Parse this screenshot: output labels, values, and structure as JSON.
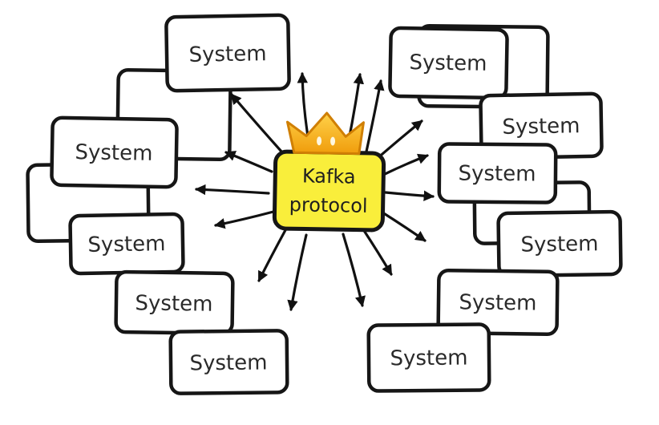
{
  "diagram": {
    "kind": "hand-drawn fan-out diagram",
    "center": {
      "line1": "Kafka",
      "line2": "protocol"
    },
    "systems": [
      {
        "label": "System"
      },
      {
        "label": "System"
      },
      {
        "label": "System"
      },
      {
        "label": "System"
      },
      {
        "label": "System"
      },
      {
        "label": "System"
      },
      {
        "label": "System"
      },
      {
        "label": "System"
      },
      {
        "label": "System"
      },
      {
        "label": "System"
      },
      {
        "label": "System"
      }
    ],
    "colors": {
      "center_fill": "#F9EE3B",
      "crown_fill_top": "#FFD24A",
      "crown_fill_bottom": "#F09D0C",
      "crown_stroke": "#D07F04",
      "box_stroke": "#161616",
      "background": "#FFFFFF"
    }
  }
}
